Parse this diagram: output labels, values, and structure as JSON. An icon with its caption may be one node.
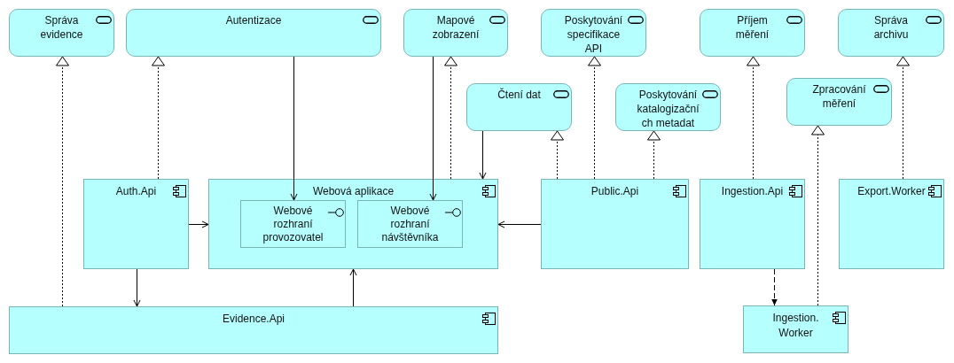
{
  "diagram": {
    "nodes": [
      {
        "text": [
          "Správa evidence"
        ]
      },
      {
        "text": [
          "Autentizace"
        ]
      },
      {
        "text": [
          "Mapové zobrazení"
        ]
      },
      {
        "text": [
          "Poskytování specifikace API"
        ]
      },
      {
        "text": [
          "Příjem měření"
        ]
      },
      {
        "text": [
          "Správa archivu"
        ]
      },
      {
        "text": [
          "Čtení dat"
        ]
      },
      {
        "text": [
          "Poskytování katalogizační ch metadat"
        ]
      },
      {
        "text": [
          "Zpracování měření"
        ]
      },
      {
        "text": [
          "Auth.Api"
        ]
      },
      {
        "text": [
          "Webová aplikace"
        ]
      },
      {
        "text": [
          "Webové rozhraní provozovatel"
        ],
        "in": 10
      },
      {
        "text": [
          "Webové rozhraní návštěvníka"
        ],
        "in": 10
      },
      {
        "text": [
          "Public.Api"
        ]
      },
      {
        "text": [
          "Ingestion.Api"
        ]
      },
      {
        "text": [
          "Export.Worker"
        ]
      },
      {
        "text": [
          "Evidence.Api"
        ]
      },
      {
        "text": [
          "Ingestion. Worker"
        ]
      }
    ],
    "edges": [
      {
        "from": 16,
        "to": 0,
        "arrow": "to",
        "style": "dashed"
      },
      {
        "from": 9,
        "to": 1,
        "arrow": "to",
        "style": "dashed"
      },
      {
        "from": 1,
        "to": 11,
        "arrow": "to"
      },
      {
        "from": 2,
        "to": 12,
        "arrow": "to"
      },
      {
        "from": 10,
        "to": 2,
        "arrow": "to",
        "style": "dashed"
      },
      {
        "from": 6,
        "to": 10,
        "arrow": "to"
      },
      {
        "from": 13,
        "to": 6,
        "arrow": "to",
        "style": "dashed"
      },
      {
        "from": 13,
        "to": 3,
        "arrow": "to",
        "style": "dashed"
      },
      {
        "from": 13,
        "to": 7,
        "arrow": "to",
        "style": "dashed"
      },
      {
        "from": 14,
        "to": 4,
        "arrow": "to",
        "style": "dashed"
      },
      {
        "from": 17,
        "to": 8,
        "arrow": "to",
        "style": "dashed"
      },
      {
        "from": 15,
        "to": 5,
        "arrow": "to",
        "style": "dashed"
      },
      {
        "from": 9,
        "to": 10,
        "arrow": "to"
      },
      {
        "from": 13,
        "to": 10,
        "arrow": "to"
      },
      {
        "from": 9,
        "to": 16,
        "arrow": "to"
      },
      {
        "from": 16,
        "to": 10,
        "arrow": "to"
      },
      {
        "from": 14,
        "to": 17,
        "arrow": "to",
        "style": "dashed"
      }
    ]
  }
}
